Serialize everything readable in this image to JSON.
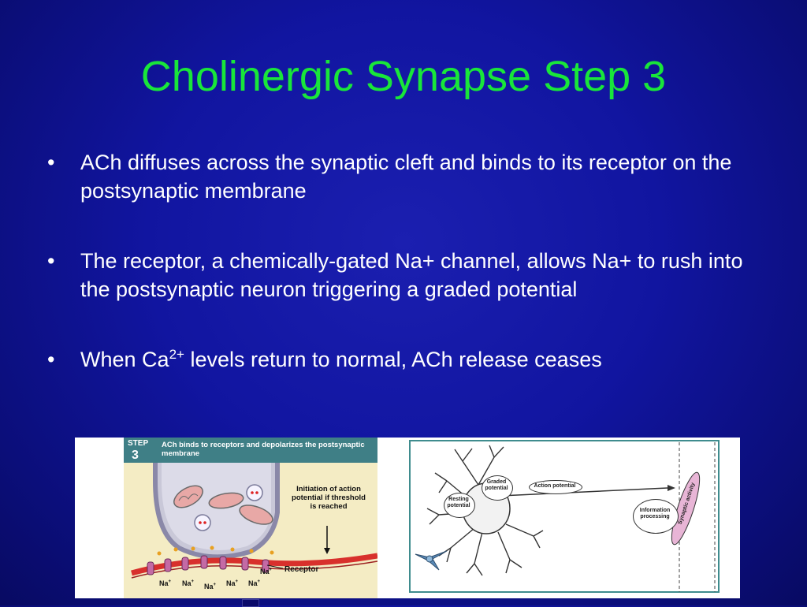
{
  "slide": {
    "title": "Cholinergic Synapse Step 3",
    "bullets": [
      {
        "text": "ACh diffuses across the synaptic cleft and  binds to its receptor on the postsynaptic membrane"
      },
      {
        "text": "The receptor, a chemically-gated Na+ channel, allows Na+ to rush into the postsynaptic neuron triggering a graded potential"
      },
      {
        "text_before": "When Ca",
        "superscript": "2+",
        "text_after": " levels return to normal, ACh release ceases"
      }
    ],
    "bullet_glyph": "•"
  },
  "figure": {
    "left_panel": {
      "step_label": "STEP",
      "step_number": "3",
      "step_text": "ACh binds to receptors and depolarizes the postsynaptic membrane",
      "callout": "Initiation of action potential if threshold is reached",
      "receptor_label": "Receptor",
      "ion_labels": [
        "Na",
        "Na",
        "Na",
        "Na",
        "Na",
        "Na"
      ],
      "ion_superscript": "+"
    },
    "right_panel": {
      "graded_potential": "Graded potential",
      "action_potential": "Action potential",
      "resting_potential": "Resting potential",
      "synaptic_activity": "Synaptic activity",
      "information_processing": "Information processing"
    }
  },
  "colors": {
    "title": "#19e63a",
    "background": "#1115a0",
    "body_text": "#ffffff",
    "step_header": "#3f7f86",
    "panel_bg": "#f4ecc4",
    "membrane": "#d8302c"
  }
}
